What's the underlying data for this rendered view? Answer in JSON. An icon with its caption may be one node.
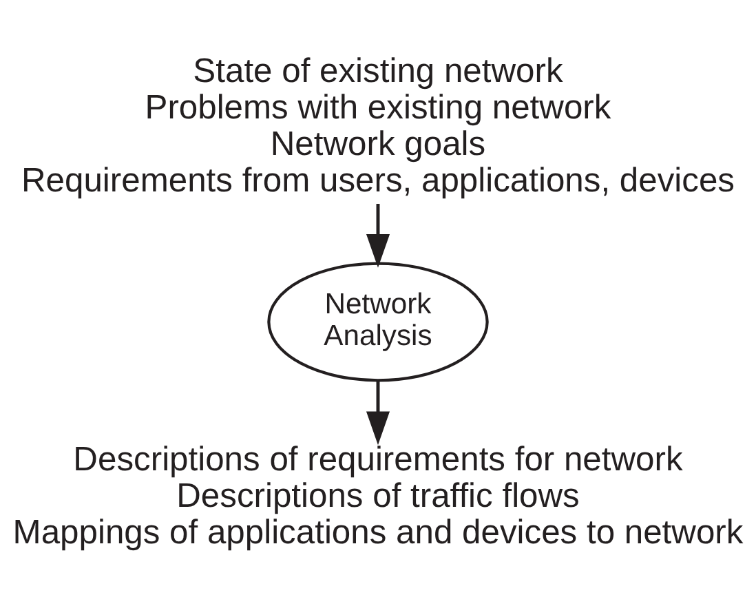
{
  "diagram": {
    "nodes": [
      {
        "text": [
          "State of existing network",
          "Problems with existing network",
          "Network goals",
          "Requirements from users, applications, devices"
        ]
      },
      {
        "text": [
          "Network Analysis"
        ]
      },
      {
        "text": [
          "Descriptions of requirements for network",
          "Descriptions of traffic flows",
          "Mappings of applications and devices to network"
        ]
      }
    ],
    "edges": [
      {
        "from": 0,
        "to": 1,
        "arrow": "to"
      },
      {
        "from": 1,
        "to": 2,
        "arrow": "to"
      }
    ]
  }
}
